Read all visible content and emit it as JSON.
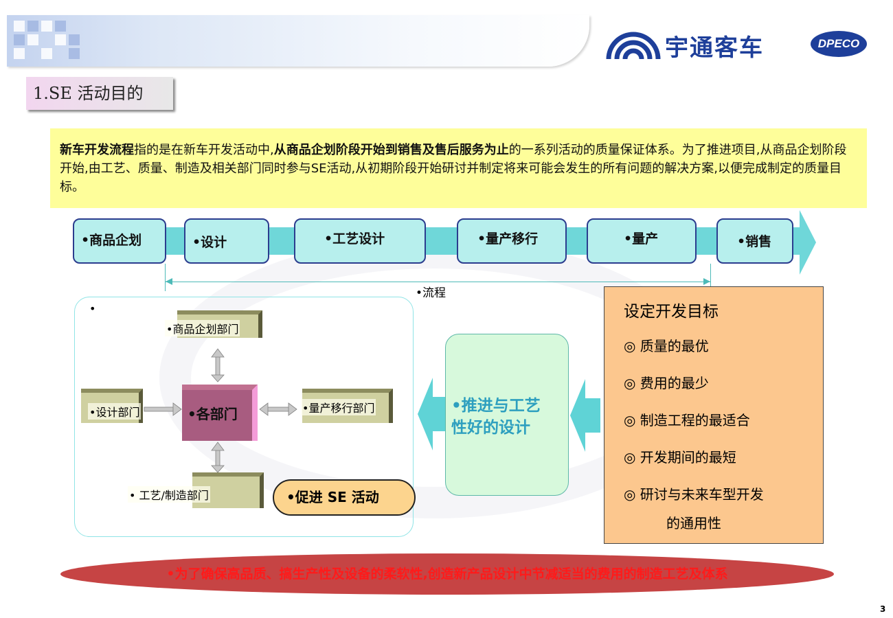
{
  "header": {
    "logo_text": "宇通客车",
    "partner_logo": "DPECO",
    "accent_color": "#1e3f9a"
  },
  "section_title": "1.SE 活动目的",
  "intro": {
    "p1": "新车开发流程",
    "p2": "指的是在新车开发活动中,",
    "p3": "从商品企划阶段开始到销售及售后服务为止",
    "p4": "的一系列活动的质量保证体系。为了推进项目,从商品企划阶段开始,由工艺、质量、制造及相关部门同时参与SE活动,从初期阶段开始研讨并制定将来可能会发生的所有问题的解决方案,以便完成制定的质量目标。"
  },
  "flow": {
    "stages": [
      "•商品企划",
      "•设计",
      "•工艺设计",
      "•量产移行",
      "•量产",
      "•销售"
    ],
    "label": "•流程"
  },
  "departments": {
    "bullet": "•",
    "top": "•商品企划部门",
    "left": "•设计部门",
    "right": "•量产移行部门",
    "bottom": "•     工艺/制造部门",
    "center": "•各部门",
    "se_activity": "•促进  SE  活动"
  },
  "middle": {
    "line1": "•推进与工艺",
    "line2": "性好的设计"
  },
  "goals": {
    "title": "设定开发目标",
    "items": [
      "◎  质量的最优",
      "◎  费用的最少",
      "◎  制造工程的最适合",
      "◎  开发期间的最短",
      "◎  研讨与未来车型开发"
    ],
    "continuation": "的通用性"
  },
  "bottom_banner": "•为了确保高品质、搞生产性及设备的柔软性,创造新产品设计中节减适当的费用的制造工艺及体系",
  "page_number": "3"
}
